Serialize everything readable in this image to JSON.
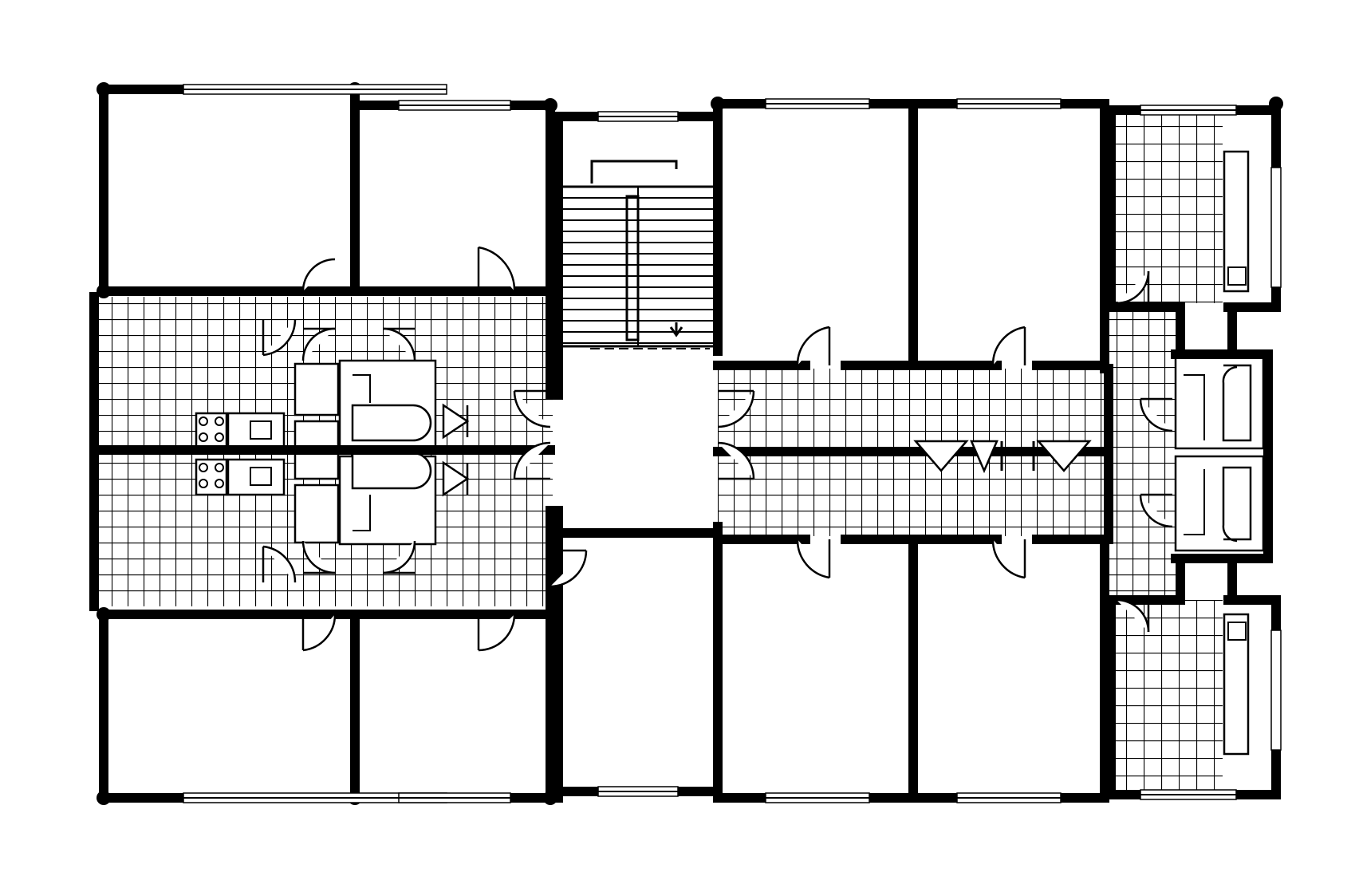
{
  "drawing": {
    "kind": "architectural-floor-plan",
    "colors": {
      "ink": "#000000",
      "paper": "#ffffff"
    },
    "tile_pattern": "grid",
    "stair_direction_marker": "arrow-down"
  }
}
